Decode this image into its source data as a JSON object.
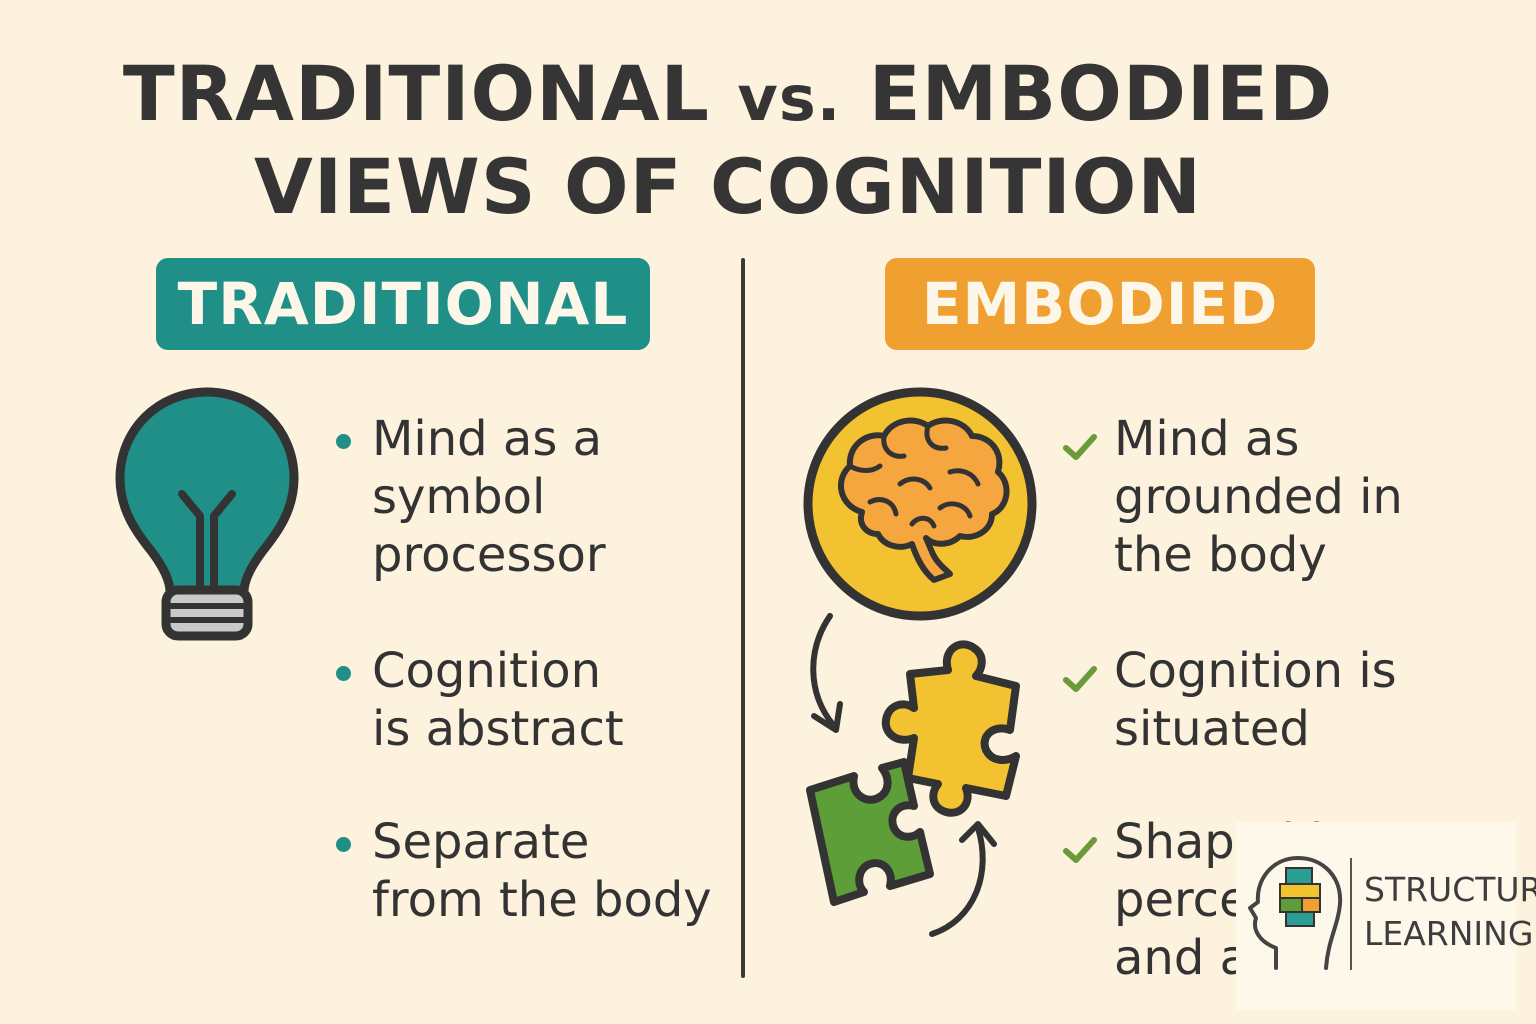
{
  "title": {
    "line1_left": "TRADITIONAL ",
    "line1_vs": "vs.",
    "line1_right": " EMBODIED",
    "line2": "VIEWS OF COGNITION"
  },
  "traditional": {
    "heading": "TRADITIONAL",
    "icon": "lightbulb-icon",
    "bullets": [
      [
        "Mind as a",
        "symbol",
        "processor"
      ],
      [
        "Cognition",
        "is abstract"
      ],
      [
        "Separate",
        "from the body"
      ]
    ]
  },
  "embodied": {
    "heading": "EMBODIED",
    "icon": "brain-icon",
    "secondary_icon": "puzzle-pieces-icon",
    "bullets": [
      [
        "Mind as",
        "grounded in",
        "the body"
      ],
      [
        "Cognition is",
        "situated"
      ],
      [
        "Shaped by",
        "perception",
        "and action"
      ]
    ]
  },
  "logo": {
    "line1": "STRUCTURAL",
    "line2": "LEARNING",
    "icon": "head-blocks-icon"
  },
  "colors": {
    "background": "#fcf2dd",
    "teal": "#1f8f88",
    "orange": "#f0a030",
    "yellow": "#f2c230",
    "green": "#5e9e38",
    "check_green": "#6a9a3a",
    "text": "#333333"
  }
}
